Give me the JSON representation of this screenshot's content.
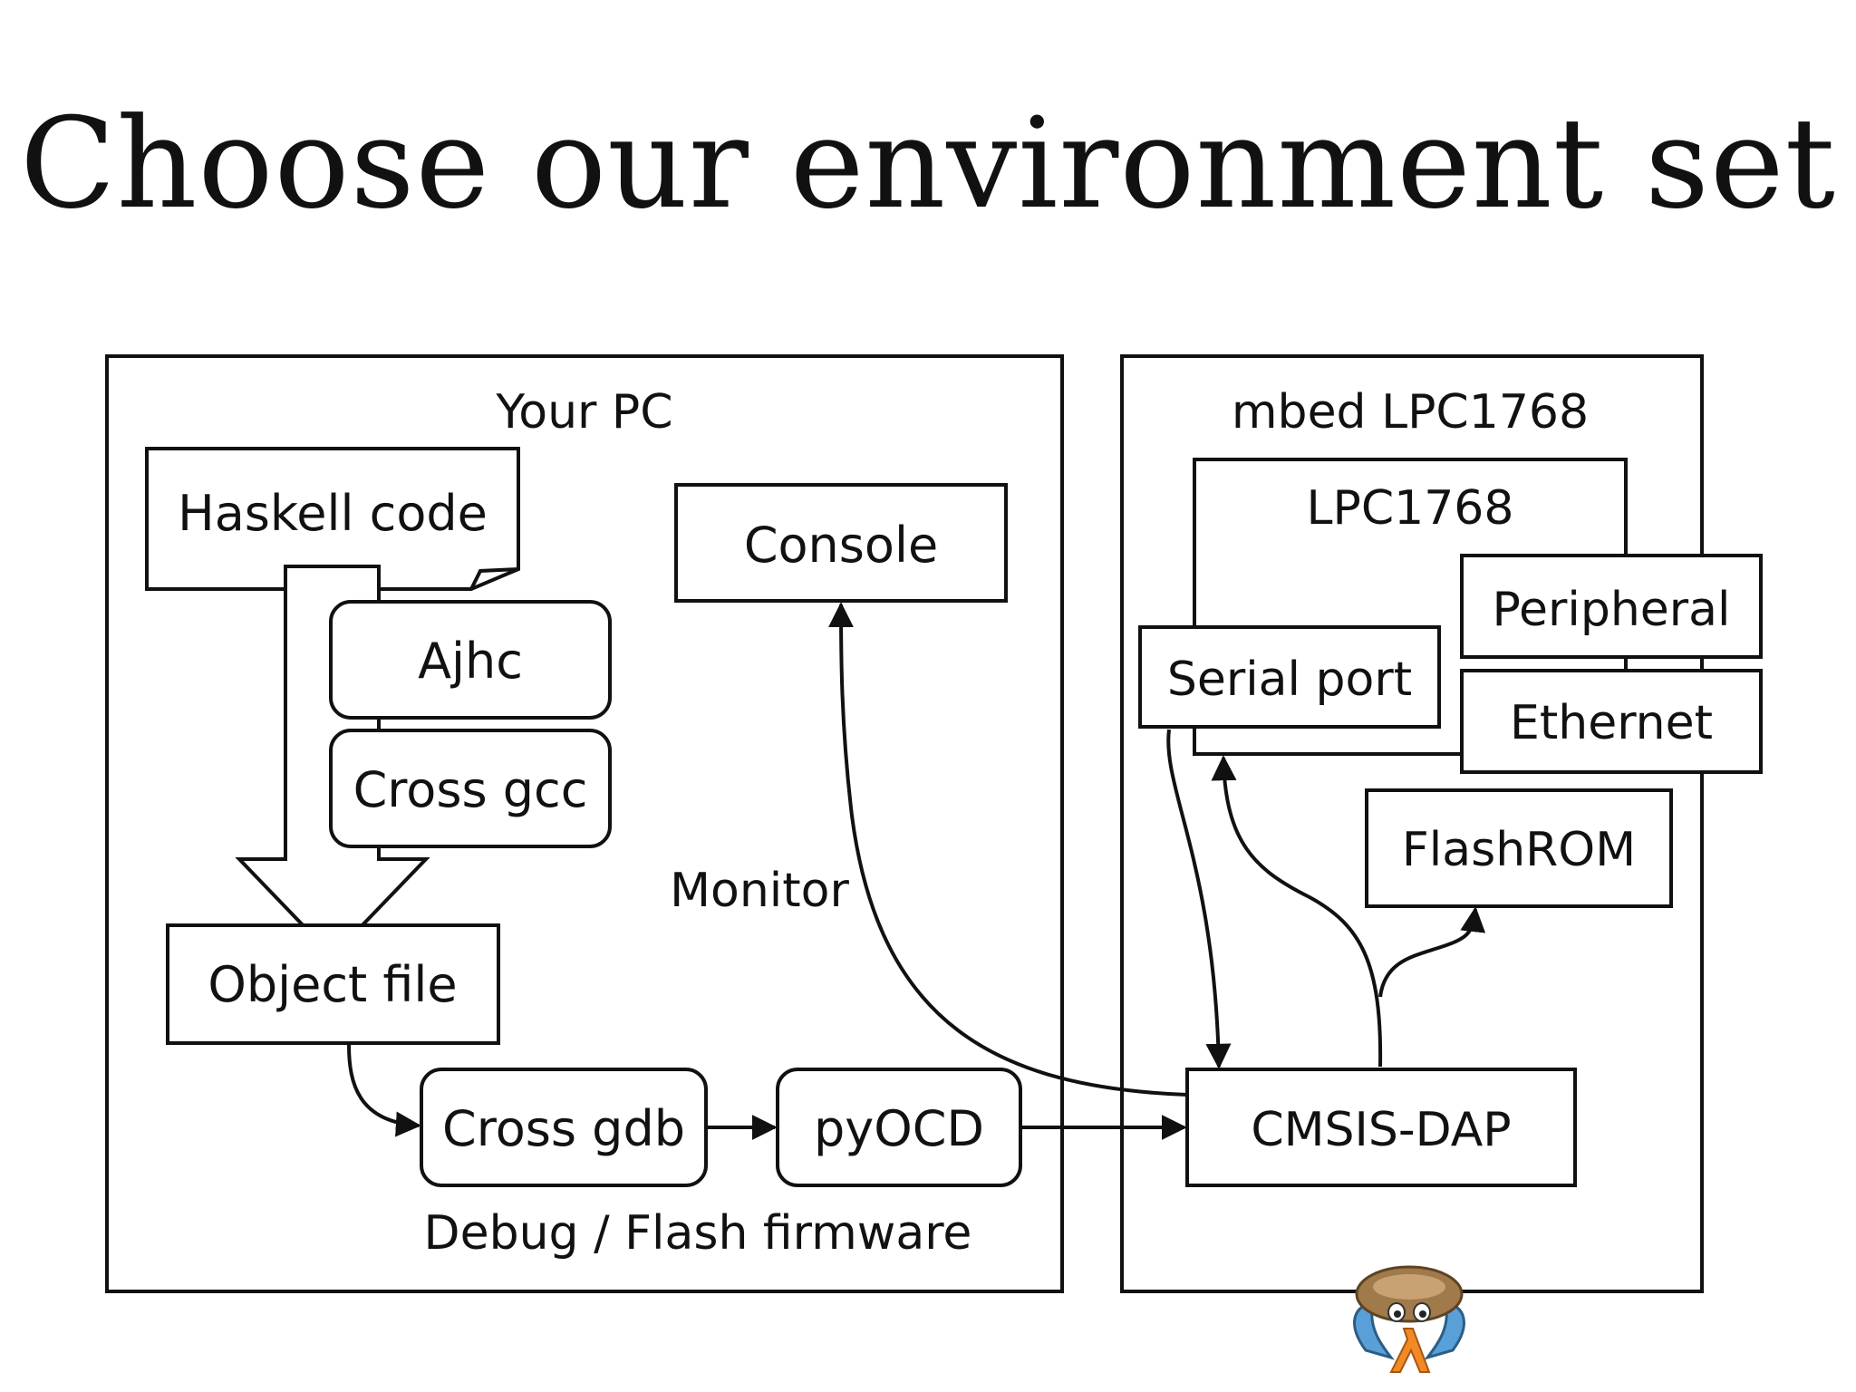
{
  "slide": {
    "title": "Choose our environment set"
  },
  "diagram": {
    "pc": {
      "label": "Your PC",
      "haskell_code": "Haskell code",
      "ajhc": "Ajhc",
      "cross_gcc": "Cross gcc",
      "object_file": "Object file",
      "console": "Console",
      "monitor": "Monitor",
      "cross_gdb": "Cross gdb",
      "pyocd": "pyOCD",
      "debug_flash": "Debug / Flash firmware"
    },
    "mbed": {
      "label": "mbed LPC1768",
      "lpc1768": "LPC1768",
      "peripheral": "Peripheral",
      "ethernet": "Ethernet",
      "serial_port": "Serial port",
      "flashrom": "FlashROM",
      "cmsis_dap": "CMSIS-DAP"
    }
  },
  "colors": {
    "ink": "#111111",
    "mascot_shell": "#a07a4a",
    "mascot_body": "#5aa0d8",
    "mascot_lambda": "#f08a24"
  },
  "icons": {
    "mascot": "hermit-crab-lambda-icon"
  }
}
